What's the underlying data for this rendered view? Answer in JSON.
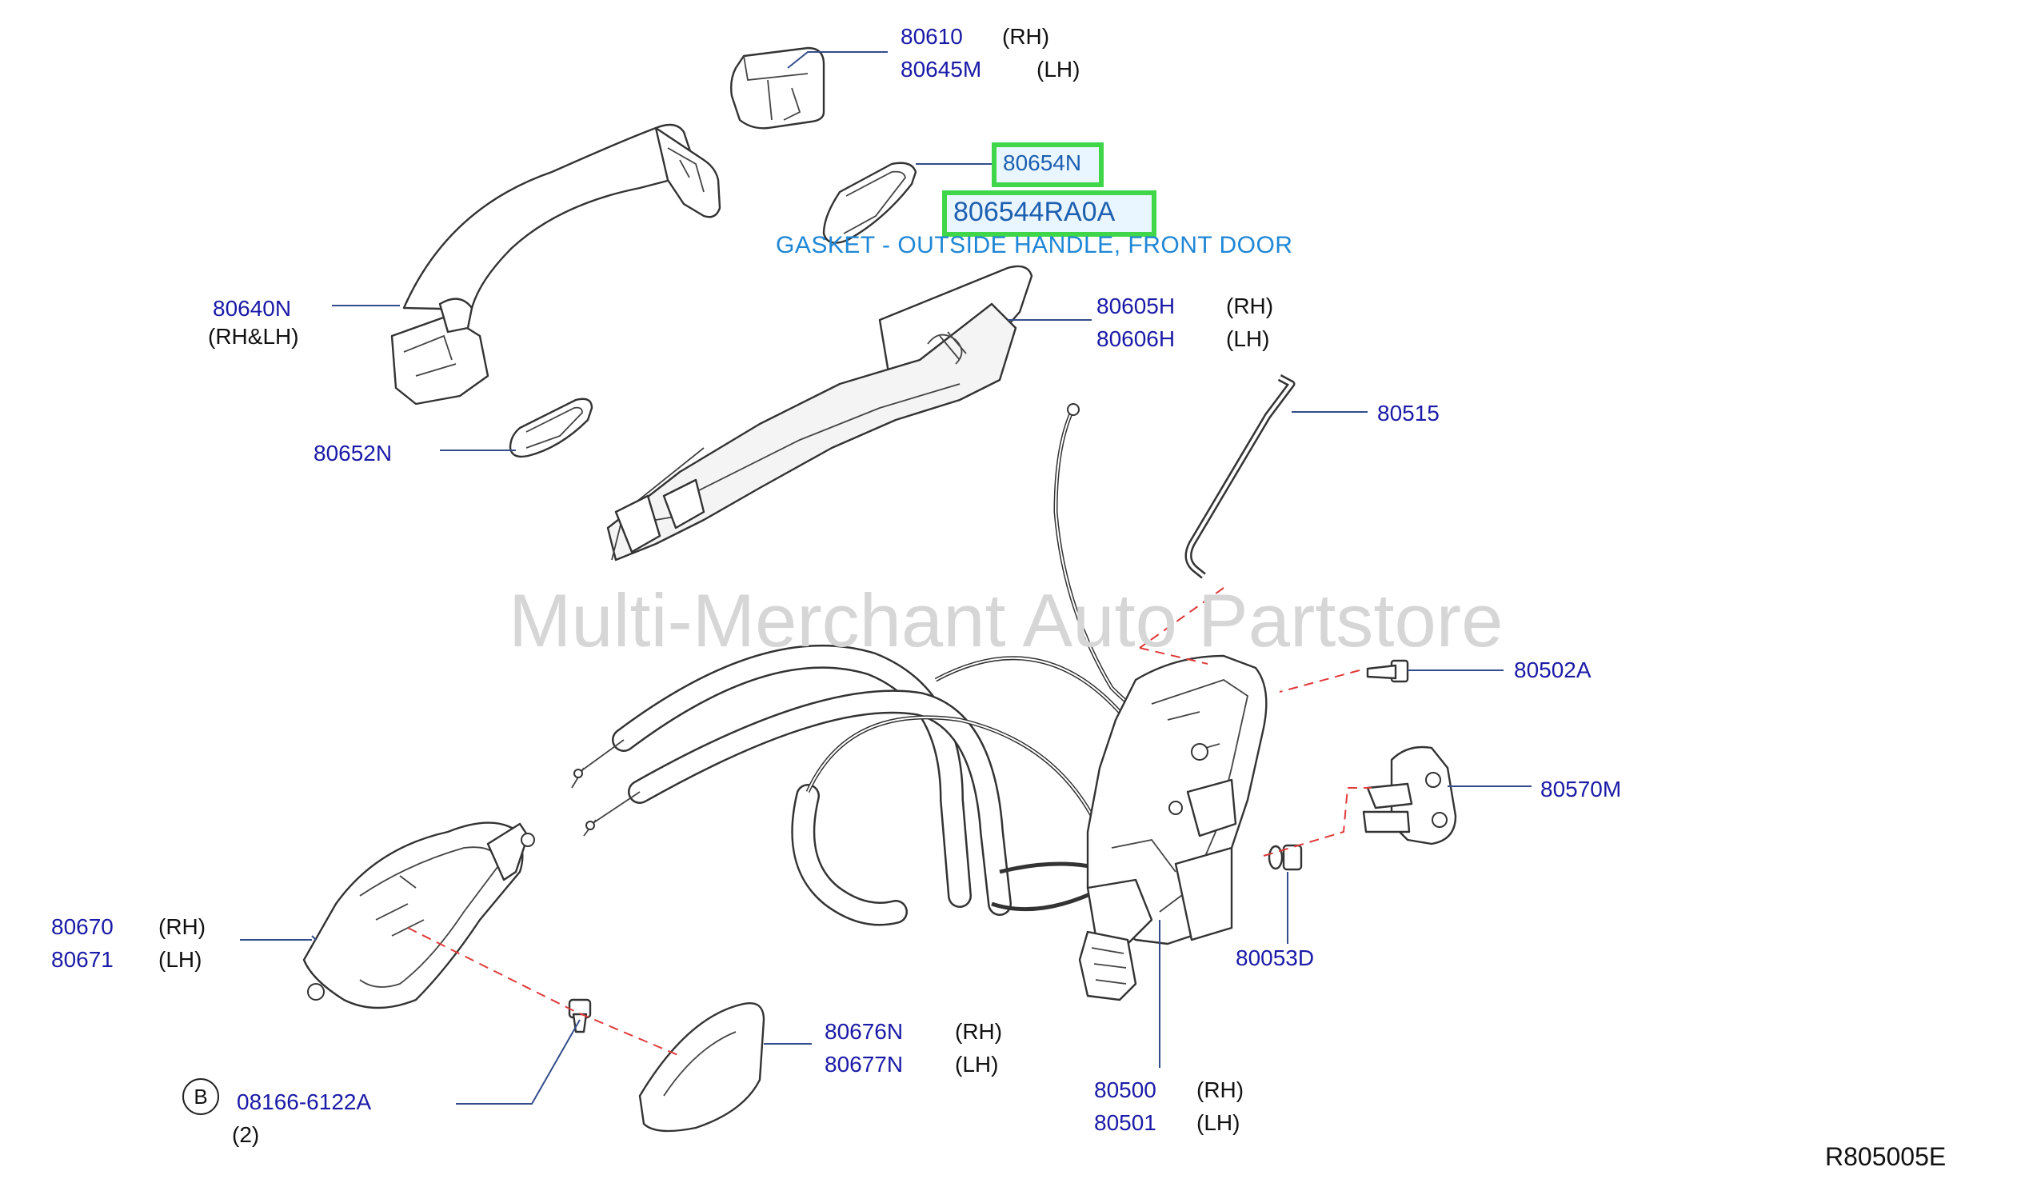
{
  "watermark": "Multi-Merchant Auto Partstore",
  "diagram_ref": "R805005E",
  "highlight": {
    "part_number": "80654N",
    "oem_number": "806544RA0A",
    "description": "GASKET - OUTSIDE HANDLE, FRONT DOOR"
  },
  "callouts": [
    {
      "id": "80610",
      "pn": "80610",
      "side": "(RH)"
    },
    {
      "id": "80645m",
      "pn": "80645M",
      "side": "(LH)"
    },
    {
      "id": "80640n",
      "pn": "80640N",
      "side": "(RH&LH)"
    },
    {
      "id": "80652n",
      "pn": "80652N",
      "side": ""
    },
    {
      "id": "80605h",
      "pn": "80605H",
      "side": "(RH)"
    },
    {
      "id": "80606h",
      "pn": "80606H",
      "side": "(LH)"
    },
    {
      "id": "80515",
      "pn": "80515",
      "side": ""
    },
    {
      "id": "80502a",
      "pn": "80502A",
      "side": ""
    },
    {
      "id": "80570m",
      "pn": "80570M",
      "side": ""
    },
    {
      "id": "80053d",
      "pn": "80053D",
      "side": ""
    },
    {
      "id": "80670",
      "pn": "80670",
      "side": "(RH)"
    },
    {
      "id": "80671",
      "pn": "80671",
      "side": "(LH)"
    },
    {
      "id": "80676n",
      "pn": "80676N",
      "side": "(RH)"
    },
    {
      "id": "80677n",
      "pn": "80677N",
      "side": "(LH)"
    },
    {
      "id": "80500",
      "pn": "80500",
      "side": "(RH)"
    },
    {
      "id": "80501",
      "pn": "80501",
      "side": "(LH)"
    },
    {
      "id": "08166",
      "pn": "08166-6122A",
      "side": "(2)",
      "marker": "B"
    }
  ],
  "colors": {
    "part_number": "#1a1aa8",
    "highlight_border": "#3fd64a",
    "description": "#1f87d6",
    "leader": "#334c8a",
    "dashed_guide": "#e03a3a",
    "watermark": "#d6d6d6"
  }
}
